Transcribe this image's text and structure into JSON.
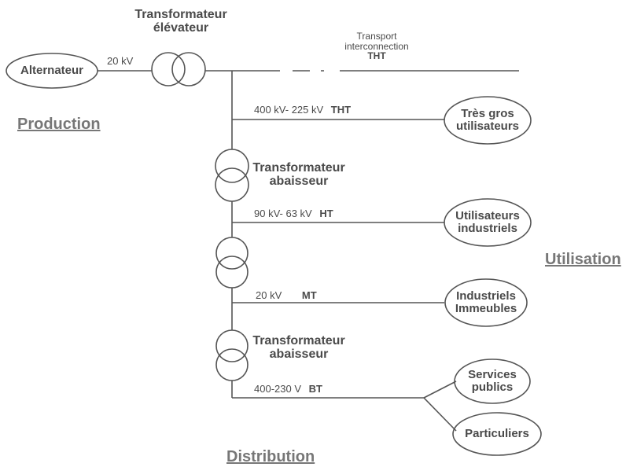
{
  "labels": {
    "alternator": "Alternateur",
    "gen_voltage": "20 kV",
    "step_up_transformer": [
      "Transformateur",
      "élévateur"
    ],
    "transport": [
      "Transport",
      "interconnection"
    ],
    "transport_level": "THT",
    "section_production": "Production",
    "section_utilisation": "Utilisation",
    "section_distribution": "Distribution"
  },
  "branches": [
    {
      "voltage": "400 kV- 225 kV",
      "level": "THT",
      "consumer": [
        "Très gros",
        "utilisateurs"
      ]
    },
    {
      "voltage": "90 kV- 63 kV",
      "level": "HT",
      "consumer": [
        "Utilisateurs",
        "industriels"
      ]
    },
    {
      "voltage": "20 kV",
      "level": "MT",
      "consumer": [
        "Industriels",
        "Immeubles"
      ]
    },
    {
      "voltage": "400-230 V",
      "level": "BT",
      "consumer": [
        "Services",
        "publics"
      ],
      "consumer_b": "Particuliers"
    }
  ],
  "step_down_transformer_1": [
    "Transformateur",
    "abaisseur"
  ],
  "step_down_transformer_3": [
    "Transformateur",
    "abaisseur"
  ]
}
